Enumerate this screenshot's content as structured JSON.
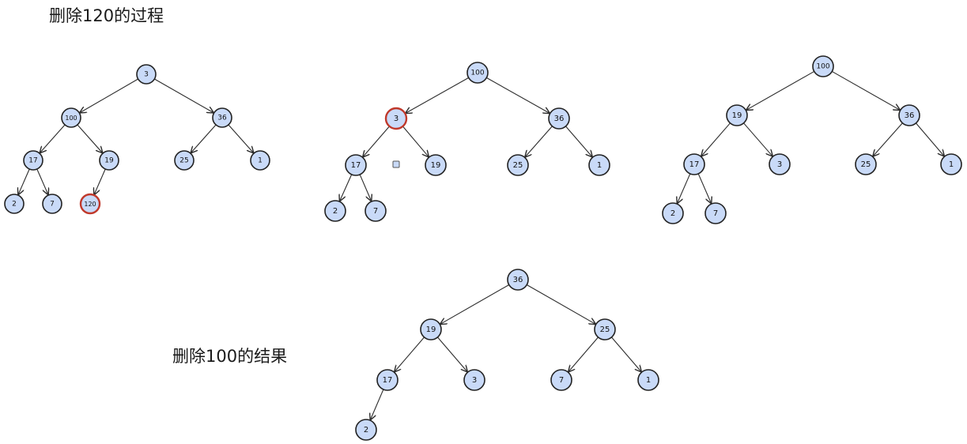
{
  "captions": {
    "process": "删除120的过程",
    "result": "删除100的结果"
  },
  "colors": {
    "node_fill": "#c9daf8",
    "node_stroke": "#222222",
    "highlight_stroke": "#c0392b",
    "edge": "#2b2b2b"
  },
  "trees": [
    {
      "id": "tree-1",
      "nodes": [
        {
          "id": "a",
          "label": "3"
        },
        {
          "id": "b",
          "label": "100"
        },
        {
          "id": "c",
          "label": "36"
        },
        {
          "id": "d",
          "label": "17"
        },
        {
          "id": "e",
          "label": "19"
        },
        {
          "id": "f",
          "label": "25"
        },
        {
          "id": "g",
          "label": "1"
        },
        {
          "id": "h",
          "label": "2"
        },
        {
          "id": "i",
          "label": "7"
        },
        {
          "id": "j",
          "label": "120",
          "highlight": true
        }
      ],
      "edges": [
        [
          "a",
          "b"
        ],
        [
          "a",
          "c"
        ],
        [
          "b",
          "d"
        ],
        [
          "b",
          "e"
        ],
        [
          "c",
          "f"
        ],
        [
          "c",
          "g"
        ],
        [
          "d",
          "h"
        ],
        [
          "d",
          "i"
        ],
        [
          "e",
          "j"
        ]
      ]
    },
    {
      "id": "tree-2",
      "nodes": [
        {
          "id": "a",
          "label": "100"
        },
        {
          "id": "b",
          "label": "3",
          "highlight": true
        },
        {
          "id": "c",
          "label": "36"
        },
        {
          "id": "d",
          "label": "17"
        },
        {
          "id": "e",
          "label": "19"
        },
        {
          "id": "f",
          "label": "25"
        },
        {
          "id": "g",
          "label": "1"
        },
        {
          "id": "h",
          "label": "2"
        },
        {
          "id": "i",
          "label": "7"
        }
      ],
      "edges": [
        [
          "a",
          "b"
        ],
        [
          "a",
          "c"
        ],
        [
          "b",
          "d"
        ],
        [
          "b",
          "e"
        ],
        [
          "c",
          "f"
        ],
        [
          "c",
          "g"
        ],
        [
          "d",
          "h"
        ],
        [
          "d",
          "i"
        ]
      ]
    },
    {
      "id": "tree-3",
      "nodes": [
        {
          "id": "a",
          "label": "100"
        },
        {
          "id": "b",
          "label": "19"
        },
        {
          "id": "c",
          "label": "36"
        },
        {
          "id": "d",
          "label": "17"
        },
        {
          "id": "e",
          "label": "3"
        },
        {
          "id": "f",
          "label": "25"
        },
        {
          "id": "g",
          "label": "1"
        },
        {
          "id": "h",
          "label": "2"
        },
        {
          "id": "i",
          "label": "7"
        }
      ],
      "edges": [
        [
          "a",
          "b"
        ],
        [
          "a",
          "c"
        ],
        [
          "b",
          "d"
        ],
        [
          "b",
          "e"
        ],
        [
          "c",
          "f"
        ],
        [
          "c",
          "g"
        ],
        [
          "d",
          "h"
        ],
        [
          "d",
          "i"
        ]
      ]
    },
    {
      "id": "tree-4",
      "nodes": [
        {
          "id": "a",
          "label": "36"
        },
        {
          "id": "b",
          "label": "19"
        },
        {
          "id": "c",
          "label": "25"
        },
        {
          "id": "d",
          "label": "17"
        },
        {
          "id": "e",
          "label": "3"
        },
        {
          "id": "f",
          "label": "7"
        },
        {
          "id": "g",
          "label": "1"
        },
        {
          "id": "h",
          "label": "2"
        }
      ],
      "edges": [
        [
          "a",
          "b"
        ],
        [
          "a",
          "c"
        ],
        [
          "b",
          "d"
        ],
        [
          "b",
          "e"
        ],
        [
          "c",
          "f"
        ],
        [
          "c",
          "g"
        ],
        [
          "d",
          "h"
        ]
      ]
    }
  ]
}
